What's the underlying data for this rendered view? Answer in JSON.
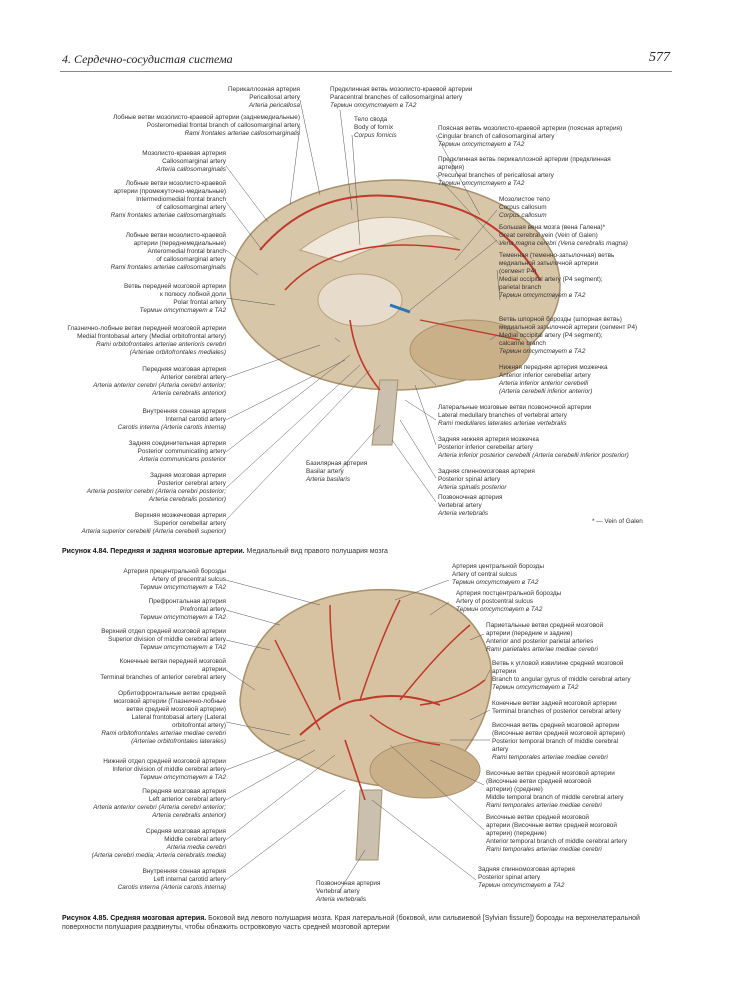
{
  "header": {
    "chapter": "4.  Сердечно-сосудистая система",
    "page": "577"
  },
  "fig1": {
    "left_labels": [
      [
        "Перикаллозная артерия",
        "Pericallosal artery",
        "Arteria pericallosa"
      ],
      [
        "Лобные ветви мозолисто-краевой артерии (заднемедиальные)",
        "Posteromedial frontal branch of callosomarginal artery",
        "Rami frontales arteriae callosomarginalis"
      ],
      [
        "Мозолисто-краевая артерия",
        "Callosomarginal artery",
        "Arteria callosomarginalis"
      ],
      [
        "Лобные ветви мозолисто-краевой",
        "артерии (промежуточно-медиальные)",
        "Intermediomedial frontal branch",
        "of callosomarginal artery",
        "Rami frontales arteriae callosomarginalis"
      ],
      [
        "Лобные ветви мозолисто-краевой",
        "артерии (переднемедиальные)",
        "Anteromedial frontal branch",
        "of callosomarginal artery",
        "Rami frontales arteriae callosomarginalis"
      ],
      [
        "Ветвь передней мозговой артерии",
        "к полюсу лобной доли",
        "Polar frontal artery",
        "Термин отсутствует в ТА2"
      ],
      [
        "Глазнично-лобные ветви передней мозговой артерии",
        "Medial frontobasal artery (Medial orbitofrontal artery)",
        "Rami orbitofrontales arteriae anterioris cerebri",
        "(Arteriae orbitofrontales mediales)"
      ],
      [
        "Передняя мозговая артерия",
        "Anterior cerebral artery",
        "Arteria anterior cerebri (Arteria cerebri anterior;",
        "Arteria cerebralis anterior)"
      ],
      [
        "Внутренняя сонная артерия",
        "Internal carotid artery",
        "Carotis interna (Arteria carotis interna)"
      ],
      [
        "Задняя соединительная артерия",
        "Posterior communicating artery",
        "Arteria communicans posterior"
      ],
      [
        "Задняя мозговая артерия",
        "Posterior cerebral artery",
        "Arteria posterior cerebri (Arteria cerebri posterior;",
        "Arteria cerebralis posterior)"
      ],
      [
        "Верхняя мозжечковая артерия",
        "Superior cerebellar artery",
        "Arteria superior cerebelli (Arteria cerebelli superior)"
      ]
    ],
    "top_labels": [
      [
        "Предклинная ветвь мозолисто-краевой артерии",
        "Paracentral branches of callosomarginal artery",
        "Термин отсутствует в ТА2"
      ],
      [
        "Тело свода",
        "Body of fornix",
        "Corpus fornicis"
      ]
    ],
    "right_labels": [
      [
        "Поясная ветвь мозолисто-краевой артерии (поясная артерия)",
        "Cingular branch of callosomarginal artery",
        "Термин отсутствует в ТА2"
      ],
      [
        "Предклинная ветвь перикаллозной артерии (предклинная",
        "артерия)",
        "Precuneal branches of pericallosal artery",
        "Термин отсутствует в ТА2"
      ],
      [
        "Мозолистое тело",
        "Corpus callosum",
        "Corpus callosum"
      ],
      [
        "Большая вена мозга (вена Галена)*",
        "Great cerebral vein (Vein of Galen)",
        "Vena magna cerebri (Vena cerebralis magna)"
      ],
      [
        "Теменная (теменно-затылочная) ветвь",
        "медиальной затылочной артерии",
        "(сегмент P4)",
        "Medial occipital artery (P4 segment);",
        "parietal branch",
        "Термин отсутствует в ТА2"
      ],
      [
        "Ветвь шпорной борозды (шпорная ветвь)",
        "медиальной затылочной артерии (сегмент P4)",
        "Medial occipital artery (P4 segment);",
        "calcarine branch",
        "Термин отсутствует в ТА2"
      ],
      [
        "Нижняя передняя артерия мозжечка",
        "Anterior inferior cerebellar artery",
        "Arteria inferior anterior cerebelli",
        "(Arteria cerebelli inferior anterior)"
      ],
      [
        "Латеральные мозговые ветви позвоночной артерии",
        "Lateral medullary branches of vertebral artery",
        "Rami medullares laterales arteriae vertebralis"
      ],
      [
        "Задняя нижняя артерия мозжечка",
        "Posterior inferior cerebellar artery",
        "Arteria inferior posterior cerebelli (Arteria cerebelli inferior posterior)"
      ],
      [
        "Задняя спинномозговая артерия",
        "Posterior spinal artery",
        "Arteria spinalis posterior"
      ],
      [
        "Позвоночная артерия",
        "Vertebral artery",
        "Arteria vertebralis"
      ]
    ],
    "bottom_label": [
      "Базилярная артерия",
      "Basilar artery",
      "Arteria basilaris"
    ],
    "footnote": "* — Vein of Galen",
    "caption_bold": "Рисунок 4.84. Передняя и задняя мозговые артерии.",
    "caption_text": " Медиальный вид правого полушария мозга"
  },
  "fig2": {
    "left_labels": [
      [
        "Артерия прецентральной борозды",
        "Artery of precentral sulcus",
        "Термин отсутствует в ТА2"
      ],
      [
        "Префронтальная артерия",
        "Prefrontal artery",
        "Термин отсутствует в ТА2"
      ],
      [
        "Верхний отдел средней мозговой артерии",
        "Superior division of middle cerebral artery",
        "Термин отсутствует в ТА2"
      ],
      [
        "Конечные ветви передней мозговой",
        "артерии",
        "Terminal branches of anterior cerebral artery"
      ],
      [
        "Орбитофронтальные ветви средней",
        "мозговой артерии (Глазнично-лобные",
        "ветви средней мозговой артерии)",
        "Lateral frontobasal artery (Lateral",
        "orbitofrontal artery)",
        "Rami orbitofrontales arteriae mediae cerebri",
        "(Arteriae orbitofrontales laterales)"
      ],
      [
        "Нижний отдел средней мозговой артерии",
        "Inferior division of middle cerebral artery",
        "Термин отсутствует в ТА2"
      ],
      [
        "Передняя мозговая артерия",
        "Left anterior cerebral artery",
        "Arteria anterior cerebri (Arteria cerebri anterior;",
        "Arteria cerebralis anterior)"
      ],
      [
        "Средняя мозговая артерия",
        "Middle cerebral artery",
        "Arteria media cerebri",
        "(Arteria cerebri media; Arteria cerebralis media)"
      ],
      [
        "Внутренняя сонная артерия",
        "Left internal carotid artery",
        "Carotis interna (Arteria carotis interna)"
      ]
    ],
    "right_labels": [
      [
        "Артерия центральной борозды",
        "Artery of central sulcus",
        "Термин отсутствует в ТА2"
      ],
      [
        "Артерия постцентральной борозды",
        "Artery of postcentral sulcus",
        "Термин отсутствует в ТА2"
      ],
      [
        "Париетальные ветви средней мозговой",
        "артерии (передние и задние)",
        "Anterior and posterior parietal arteries",
        "Rami parietales arteriae mediae cerebri"
      ],
      [
        "Ветвь к угловой извилине средней мозговой",
        "артерии",
        "Branch to angular gyrus of middle cerebral artery",
        "Термин отсутствует в ТА2"
      ],
      [
        "Конечные ветви задней мозговой артерии",
        "Terminal branches of posterior cerebral artery"
      ],
      [
        "Височная ветвь средней мозговой артерии",
        "(Височные ветви средней мозговой артерии)",
        "Posterior temporal branch of middle cerebral",
        "artery",
        "Rami temporales arteriae mediae cerebri"
      ],
      [
        "Височные ветви средней мозговой артерии",
        "(Височные ветви средней мозговой",
        "артерии) (средние)",
        "Middle temporal branch of middle cerebral artery",
        "Rami temporales arteriae mediae cerebri"
      ],
      [
        "Височные ветви средней мозговой",
        "артерии (Височные ветви средней мозговой",
        "артерии) (передние)",
        "Anterior temporal branch of middle cerebral artery",
        "Rami temporales arteriae mediae cerebri"
      ],
      [
        "Задняя спинномозговая артерия",
        "Posterior spinal artery",
        "Термин отсутствует в ТА2"
      ]
    ],
    "bottom_label": [
      "Позвоночная артерия",
      "Vertebral artery",
      "Arteria vertebralis"
    ],
    "caption_bold": "Рисунок 4.85. Средняя мозговая артерия.",
    "caption_text": " Боковой вид левого полушария мозга. Края латеральной (боковой, или сильвиевой [Sylvian fissure]) борозды на верхнелатеральной поверхности полушария раздвинуты, чтобы обнажить островковую часть средней мозговой артерии"
  }
}
